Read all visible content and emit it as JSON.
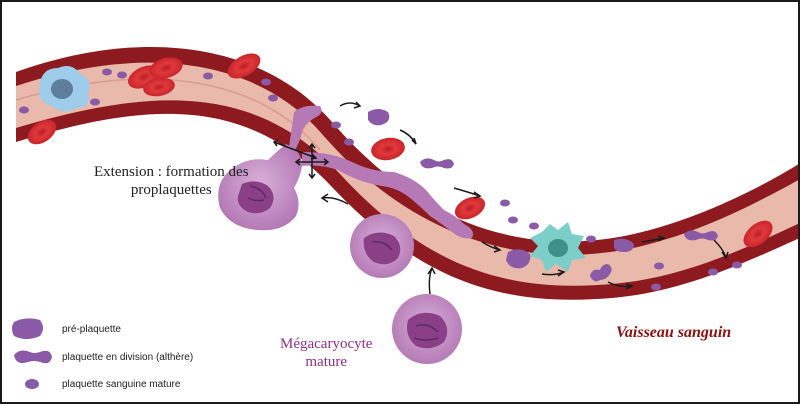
{
  "labels": {
    "extension_line1": "Extension : formation des",
    "extension_line2": "proplaquettes",
    "megakaryocyte_line1": "Mégacaryocyte",
    "megakaryocyte_line2": "mature",
    "vessel": "Vaisseau sanguin"
  },
  "legend": [
    {
      "icon": "pre-platelet-icon",
      "label": "pré-plaquette"
    },
    {
      "icon": "dividing-platelet-icon",
      "label": "plaquette en division (althère)"
    },
    {
      "icon": "mature-platelet-icon",
      "label": "plaquette sanguine mature"
    }
  ],
  "colors": {
    "vessel_wall": "#8d1a1f",
    "vessel_lumen": "#e9b9ab",
    "red_cell": "#d22a2f",
    "platelet": "#8a5aa6",
    "megakaryocyte": "#b57ab6",
    "white_cell_blue": "#9dcdea",
    "white_cell_teal": "#7ccfc8",
    "megakaryocyte_label": "#8e2f86",
    "vessel_label": "#8b1010"
  }
}
